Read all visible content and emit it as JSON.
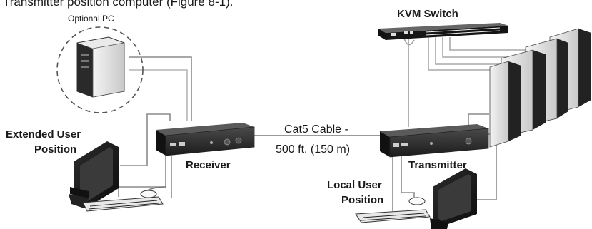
{
  "header_text": "Transmitter position computer (Figure 8-1).",
  "labels": {
    "optional_pc": "Optional PC",
    "kvm_switch": "KVM Switch",
    "extended_user_1": "Extended User",
    "extended_user_2": "Position",
    "receiver": "Receiver",
    "cable_1": "Cat5 Cable -",
    "cable_2": "500 ft. (150 m)",
    "local_user_1": "Local User",
    "local_user_2": "Position",
    "transmitter": "Transmitter"
  }
}
